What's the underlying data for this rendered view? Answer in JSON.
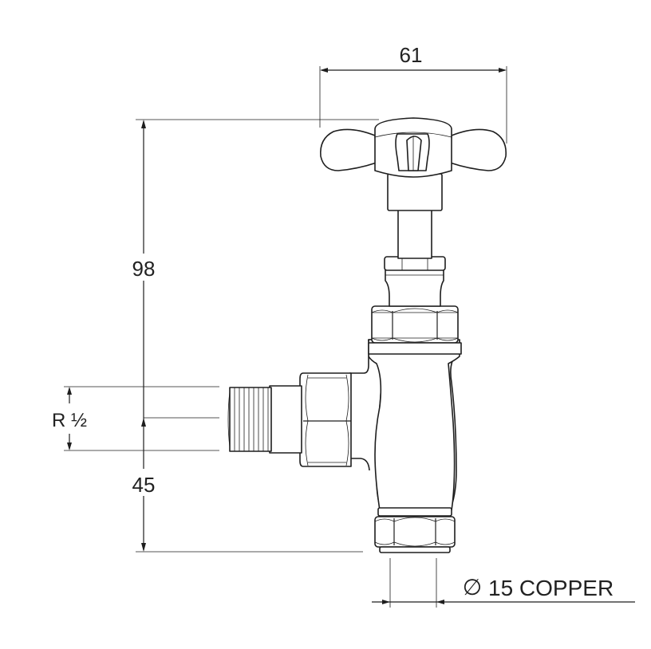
{
  "dimensions": {
    "width_label": "61",
    "height_label": "98",
    "thread_label": "R ½",
    "outlet_height_label": "45",
    "pipe_label": "15 COPPER",
    "diameter_symbol": "∅"
  },
  "colors": {
    "line": "#1e1e1e",
    "background": "#ffffff"
  }
}
